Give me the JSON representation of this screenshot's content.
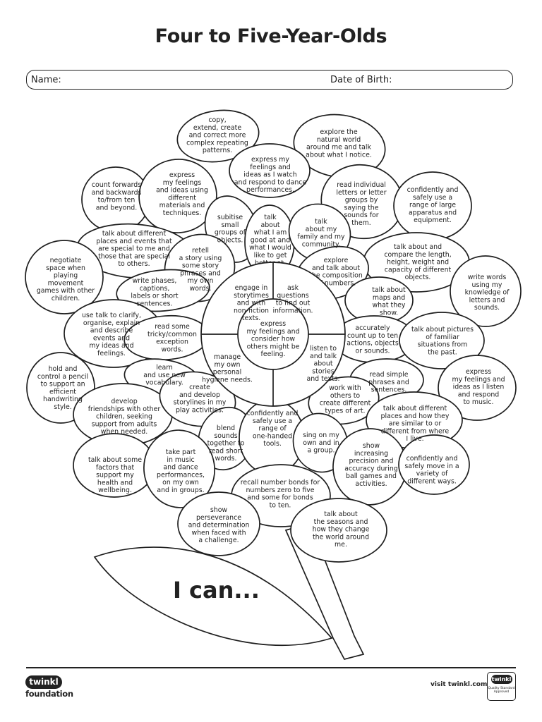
{
  "page": {
    "title": "Four to Five-Year-Olds",
    "name_label": "Name:",
    "dob_label": "Date of Birth:",
    "i_can": "I can...",
    "visit": "visit twinkl.com"
  },
  "logo": {
    "brand": "twinkl",
    "sub": "foundation"
  },
  "badge": {
    "brand": "twinkl",
    "text": "Quality Standard Approved"
  },
  "petals": [
    {
      "id": "copy-patterns",
      "lines": [
        "copy,",
        "extend, create",
        "and correct more",
        "complex repeating",
        "patterns."
      ]
    },
    {
      "id": "explore-natural-world",
      "lines": [
        "explore the",
        "natural world",
        "around me and talk",
        "about what I notice."
      ]
    },
    {
      "id": "count-forwards",
      "lines": [
        "count forwards",
        "and backwards",
        "to/from ten",
        "and beyond."
      ]
    },
    {
      "id": "express-materials",
      "lines": [
        "express",
        "my feelings",
        "and ideas using",
        "different",
        "materials and",
        "techniques."
      ]
    },
    {
      "id": "express-dance",
      "lines": [
        "express my",
        "feelings and",
        "ideas as I watch",
        "and respond to dance",
        "performances."
      ]
    },
    {
      "id": "read-letters",
      "lines": [
        "read individual",
        "letters or letter",
        "groups by",
        "saying the",
        "sounds for",
        "them."
      ]
    },
    {
      "id": "apparatus",
      "lines": [
        "confidently and",
        "safely use a",
        "range of large",
        "apparatus and",
        "equipment."
      ]
    },
    {
      "id": "subitise",
      "lines": [
        "subitise",
        "small",
        "groups of",
        "objects."
      ]
    },
    {
      "id": "talk-good-at",
      "lines": [
        "talk",
        "about",
        "what I am",
        "good at and",
        "what I would",
        "like to get",
        "better at."
      ]
    },
    {
      "id": "talk-family",
      "lines": [
        "talk",
        "about my",
        "family and my",
        "community."
      ]
    },
    {
      "id": "places-events",
      "lines": [
        "talk about different",
        "places and events that",
        "are special to me and",
        "those that are special",
        "to others."
      ]
    },
    {
      "id": "compare-length",
      "lines": [
        "talk about and",
        "compare the length,",
        "height, weight and",
        "capacity of different",
        "objects."
      ]
    },
    {
      "id": "negotiate-space",
      "lines": [
        "negotiate",
        "space when",
        "playing",
        "movement",
        "games with other",
        "children."
      ]
    },
    {
      "id": "retell-story",
      "lines": [
        "retell",
        "a story using",
        "some story",
        "phrases and",
        "my own",
        "words."
      ]
    },
    {
      "id": "composition-numbers",
      "lines": [
        "explore",
        "and talk about",
        "the composition",
        "of numbers."
      ]
    },
    {
      "id": "write-words",
      "lines": [
        "write words",
        "using my",
        "knowledge of",
        "letters and",
        "sounds."
      ]
    },
    {
      "id": "write-phrases",
      "lines": [
        "write phases,",
        "captions,",
        "labels or short",
        "sentences."
      ]
    },
    {
      "id": "storytimes",
      "lines": [
        "engage in",
        "storytimes",
        "and with",
        "non-fiction",
        "texts."
      ]
    },
    {
      "id": "ask-questions",
      "lines": [
        "ask",
        "questions",
        "to find out",
        "information."
      ]
    },
    {
      "id": "maps",
      "lines": [
        "talk about",
        "maps and",
        "what they",
        "show."
      ]
    },
    {
      "id": "use-talk",
      "lines": [
        "use talk to clarify,",
        "organise, explain",
        "and describe",
        "events and",
        "my ideas and",
        "feelings."
      ]
    },
    {
      "id": "tricky-words",
      "lines": [
        "read some",
        "tricky/common",
        "exception",
        "words."
      ]
    },
    {
      "id": "express-feelings-center",
      "lines": [
        "express",
        "my feelings and",
        "consider how",
        "others might be",
        "feeling."
      ]
    },
    {
      "id": "count-objects",
      "lines": [
        "accurately",
        "count up to ten",
        "actions, objects",
        "or sounds."
      ]
    },
    {
      "id": "familiar-situations",
      "lines": [
        "talk about pictures",
        "of familiar",
        "situations from",
        "the past."
      ]
    },
    {
      "id": "hold-pencil",
      "lines": [
        "hold and",
        "control a pencil",
        "to support an",
        "efficient",
        "handwriting",
        "style."
      ]
    },
    {
      "id": "vocabulary",
      "lines": [
        "learn",
        "and use new",
        "vocabulary."
      ]
    },
    {
      "id": "hygiene",
      "lines": [
        "manage",
        "my own",
        "personal",
        "hygiene needs."
      ]
    },
    {
      "id": "listen-stories",
      "lines": [
        "listen to",
        "and talk",
        "about",
        "stories",
        "and texts."
      ]
    },
    {
      "id": "simple-phrases",
      "lines": [
        "read simple",
        "phrases and",
        "sentences."
      ]
    },
    {
      "id": "express-music",
      "lines": [
        "express",
        "my feelings and",
        "ideas as I listen",
        "and respond",
        "to music."
      ]
    },
    {
      "id": "friendships",
      "lines": [
        "develop",
        "friendships with other",
        "children, seeking",
        "support from adults",
        "when needed."
      ]
    },
    {
      "id": "storylines",
      "lines": [
        "create",
        "and develop",
        "storylines in my",
        "play activities."
      ]
    },
    {
      "id": "art",
      "lines": [
        "work with",
        "others to",
        "create different",
        "types of art."
      ]
    },
    {
      "id": "different-places",
      "lines": [
        "talk about different",
        "places and how they",
        "are similar to or",
        "different from where",
        "I live."
      ]
    },
    {
      "id": "health",
      "lines": [
        "talk about some",
        "factors that",
        "support my",
        "health and",
        "wellbeing."
      ]
    },
    {
      "id": "blend-sounds",
      "lines": [
        "blend",
        "sounds",
        "together to",
        "read short",
        "words."
      ]
    },
    {
      "id": "tools",
      "lines": [
        "confidently and",
        "safely use a",
        "range of",
        "one-handed",
        "tools."
      ]
    },
    {
      "id": "sing",
      "lines": [
        "sing on my",
        "own and in",
        "a group."
      ]
    },
    {
      "id": "music-dance",
      "lines": [
        "take part",
        "in music",
        "and dance",
        "performances,",
        "on my own",
        "and in groups."
      ]
    },
    {
      "id": "ball-games",
      "lines": [
        "show",
        "increasing",
        "precision and",
        "accuracy during",
        "ball games and",
        "activities."
      ]
    },
    {
      "id": "move-ways",
      "lines": [
        "confidently and",
        "safely move in a",
        "variety of",
        "different ways."
      ]
    },
    {
      "id": "number-bonds",
      "lines": [
        "recall number bonds for",
        "numbers zero to five",
        "and some for bonds",
        "to ten."
      ]
    },
    {
      "id": "perseverance",
      "lines": [
        "show",
        "perseverance",
        "and determination",
        "when faced with",
        "a challenge."
      ]
    },
    {
      "id": "seasons",
      "lines": [
        "talk about",
        "the seasons and",
        "how they change",
        "the world around",
        "me."
      ]
    }
  ]
}
